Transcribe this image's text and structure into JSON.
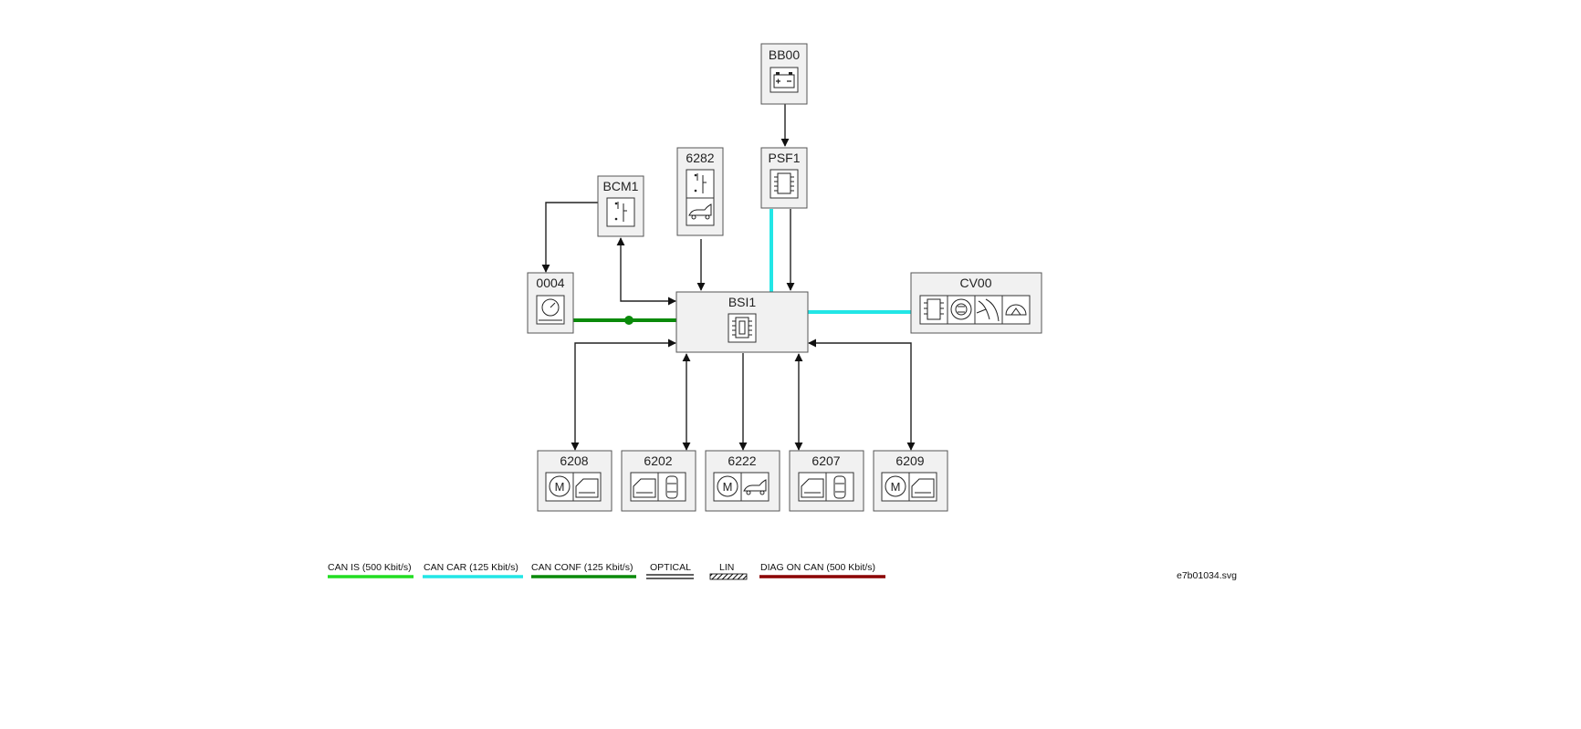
{
  "nodes": {
    "bb00": "BB00",
    "psf1": "PSF1",
    "n6282": "6282",
    "bcm1": "BCM1",
    "n0004": "0004",
    "bsi1": "BSI1",
    "cv00": "CV00",
    "n6208": "6208",
    "n6202": "6202",
    "n6222": "6222",
    "n6207": "6207",
    "n6209": "6209"
  },
  "legend": [
    {
      "label": "CAN IS (500 Kbit/s)",
      "color": "#22dd22"
    },
    {
      "label": "CAN CAR (125 Kbit/s)",
      "color": "#22e6e6"
    },
    {
      "label": "CAN CONF (125 Kbit/s)",
      "color": "#0a8a0a"
    },
    {
      "label": "OPTICAL",
      "color": "#000000"
    },
    {
      "label": "LIN",
      "color": "#000000"
    },
    {
      "label": "DIAG ON CAN  (500 Kbit/s)",
      "color": "#8b0000"
    }
  ],
  "filename": "e7b01034.svg",
  "colors": {
    "can_car": "#22e6e6",
    "can_conf": "#0a8a0a",
    "box_fill": "#f1f1f1"
  }
}
